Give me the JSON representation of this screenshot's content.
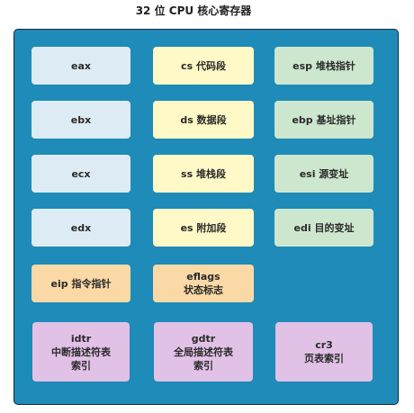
{
  "title": "32 位 CPU 核心寄存器",
  "colors": {
    "panel": "#1e8bb8",
    "general_purpose": "#ddecf4",
    "segment": "#fef9c6",
    "pointer_index": "#cde7cf",
    "control": "#fbd9a6",
    "system_table": "#e2c1e7"
  },
  "registers": {
    "eax": "eax",
    "ebx": "ebx",
    "ecx": "ecx",
    "edx": "edx",
    "cs": "cs 代码段",
    "ds": "ds 数据段",
    "ss": "ss 堆栈段",
    "es": "es 附加段",
    "esp": "esp 堆栈指针",
    "ebp": "ebp 基址指针",
    "esi": "esi 源变址",
    "edi": "edi 目的变址",
    "eip": "eip 指令指针",
    "eflags": "eflags\n状态标志",
    "idtr": "idtr\n中断描述符表\n索引",
    "gdtr": "gdtr\n全局描述符表\n索引",
    "cr3": "cr3\n页表索引"
  }
}
